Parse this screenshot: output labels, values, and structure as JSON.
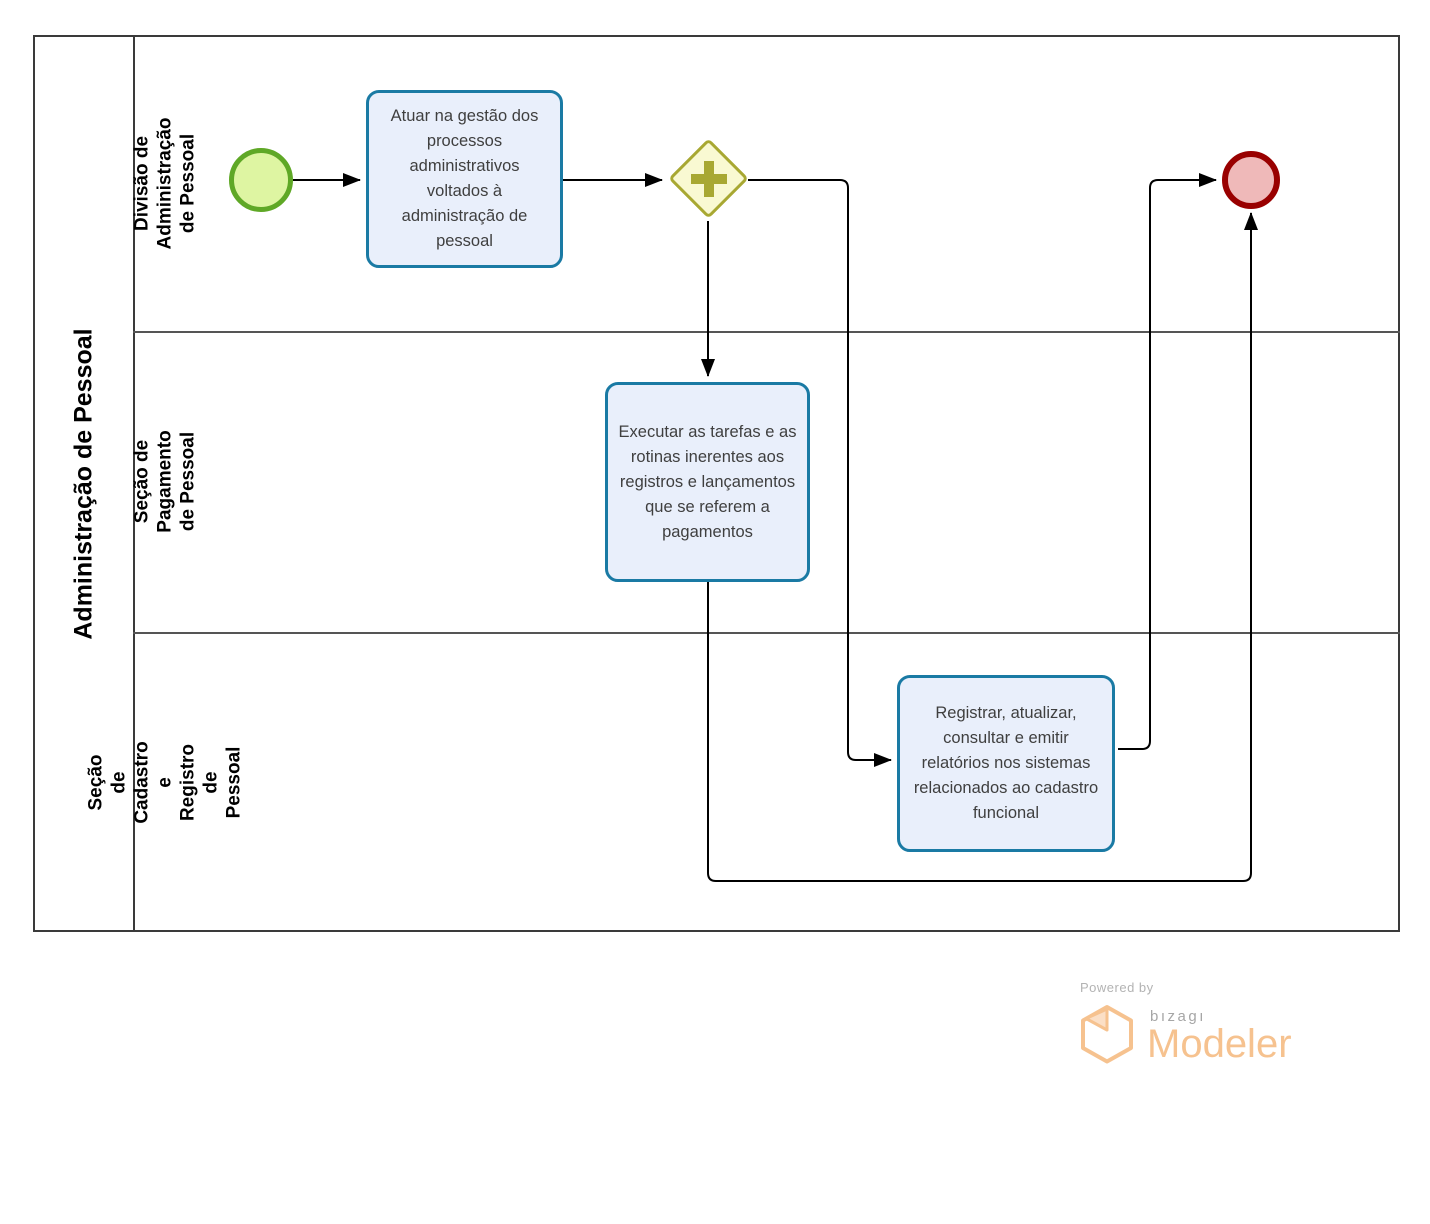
{
  "pool": {
    "title": "Administração de Pessoal",
    "lanes": [
      {
        "label": "Divisão de Administração de Pessoal"
      },
      {
        "label": "Seção de Pagamento de Pessoal"
      },
      {
        "label": "Seção de Cadastro e Registro de Pessoal"
      }
    ]
  },
  "nodes": {
    "start_event": {
      "type": "start-event"
    },
    "task1": {
      "label": "Atuar na gestão dos processos administrativos voltados à administração de pessoal"
    },
    "gateway": {
      "type": "parallel-gateway"
    },
    "task2": {
      "label": "Executar as tarefas e as rotinas inerentes aos registros e lançamentos  que se referem a pagamentos"
    },
    "task3": {
      "label": "Registrar, atualizar, consultar e emitir relatórios nos sistemas relacionados ao cadastro funcional"
    },
    "end_event": {
      "type": "end-event"
    }
  },
  "footer": {
    "powered_by": "Powered by",
    "brand": "bızagı",
    "product": "Modeler"
  },
  "colors": {
    "task_border": "#1a7aa4",
    "task_fill": "#e9effb",
    "start_border": "#5fa826",
    "start_fill": "#def5a2",
    "end_border": "#990000",
    "end_fill": "#efb9b9",
    "gateway_border": "#a8a832",
    "gateway_fill": "#f9f9d2",
    "lane_line": "#555555",
    "pool_line": "#3a3a3a",
    "brand_orange": "#f6c28f",
    "brand_gray": "#a6a6a6"
  }
}
